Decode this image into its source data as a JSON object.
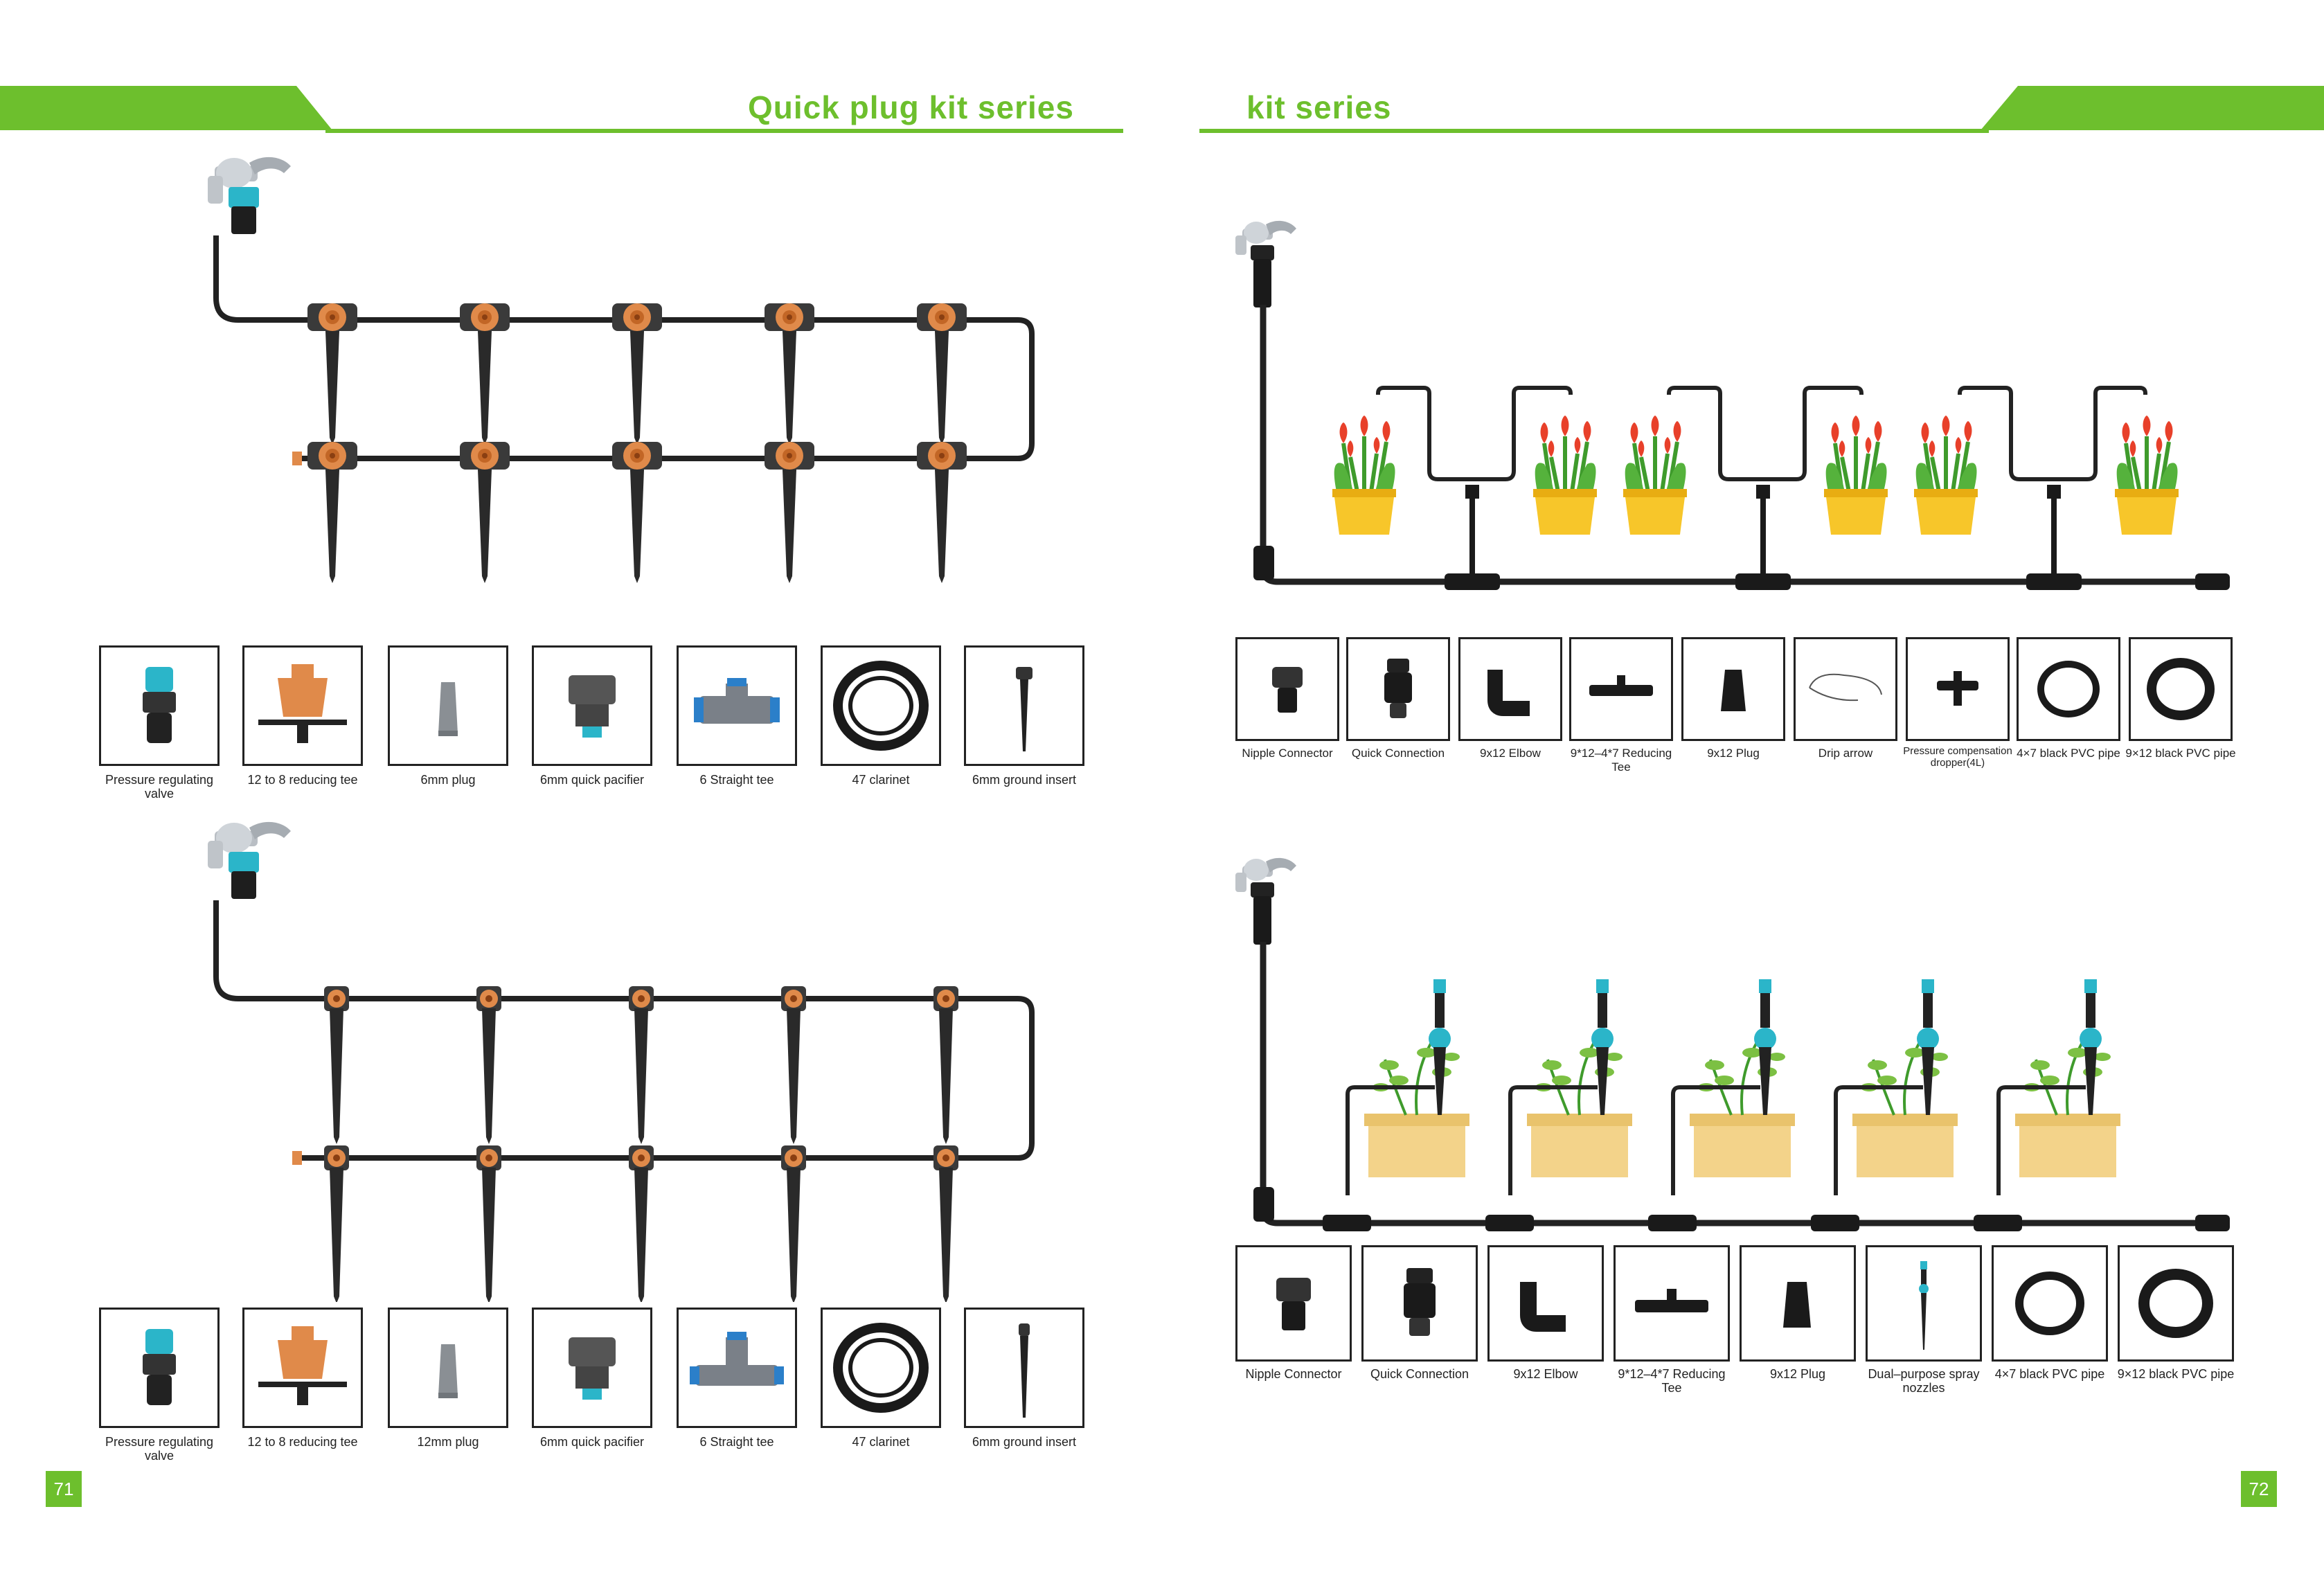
{
  "left_page": {
    "header_title": "Quick plug kit series",
    "page_number": "71",
    "kit_top": {
      "parts": [
        {
          "label": "Pressure regulating valve",
          "icon": "pressure-regulating-valve"
        },
        {
          "label": "12 to 8 reducing tee",
          "icon": "reducing-tee-dripper"
        },
        {
          "label": "6mm plug",
          "icon": "plug"
        },
        {
          "label": "6mm quick pacifier",
          "icon": "quick-pacifier"
        },
        {
          "label": "6 Straight tee",
          "icon": "straight-tee"
        },
        {
          "label": "47 clarinet",
          "icon": "coiled-pipe"
        },
        {
          "label": "6mm ground insert",
          "icon": "ground-insert"
        }
      ]
    },
    "kit_bottom": {
      "parts": [
        {
          "label": "Pressure regulating valve",
          "icon": "pressure-regulating-valve"
        },
        {
          "label": "12 to 8 reducing tee",
          "icon": "reducing-tee-dripper"
        },
        {
          "label": "12mm plug",
          "icon": "plug"
        },
        {
          "label": "6mm quick pacifier",
          "icon": "quick-pacifier"
        },
        {
          "label": "6 Straight tee",
          "icon": "straight-tee"
        },
        {
          "label": "47 clarinet",
          "icon": "coiled-pipe"
        },
        {
          "label": "6mm ground insert",
          "icon": "ground-insert"
        }
      ]
    }
  },
  "right_page": {
    "header_title": "kit series",
    "page_number": "72",
    "kit_top": {
      "parts": [
        {
          "label": "Nipple Connector",
          "icon": "nipple-connector"
        },
        {
          "label": "Quick Connection",
          "icon": "quick-connection"
        },
        {
          "label": "9x12 Elbow",
          "icon": "elbow"
        },
        {
          "label": "9*12–4*7 Reducing Tee",
          "icon": "reducing-tee"
        },
        {
          "label": "9x12 Plug",
          "icon": "plug"
        },
        {
          "label": "Drip arrow",
          "icon": "drip-arrow"
        },
        {
          "label": "Pressure compensation dropper(4L)",
          "icon": "pressure-dropper"
        },
        {
          "label": "4×7 black PVC pipe",
          "icon": "coiled-pipe"
        },
        {
          "label": "9×12 black PVC pipe",
          "icon": "coiled-pipe"
        }
      ]
    },
    "kit_bottom": {
      "parts": [
        {
          "label": "Nipple Connector",
          "icon": "nipple-connector"
        },
        {
          "label": "Quick Connection",
          "icon": "quick-connection"
        },
        {
          "label": "9x12 Elbow",
          "icon": "elbow"
        },
        {
          "label": "9*12–4*7 Reducing Tee",
          "icon": "reducing-tee"
        },
        {
          "label": "9x12 Plug",
          "icon": "plug"
        },
        {
          "label": "Dual–purpose spray nozzles",
          "icon": "spray-nozzle"
        },
        {
          "label": "4×7 black PVC pipe",
          "icon": "coiled-pipe"
        },
        {
          "label": "9×12 black PVC pipe",
          "icon": "coiled-pipe"
        }
      ]
    }
  },
  "colors": {
    "accent_green": "#6dbf2d",
    "pipe_black": "#222222",
    "dripper_orange": "#e08a4a",
    "connector_teal": "#2bb5c9",
    "pot_yellow": "#f7c62a",
    "tulip_red": "#e8402a"
  }
}
